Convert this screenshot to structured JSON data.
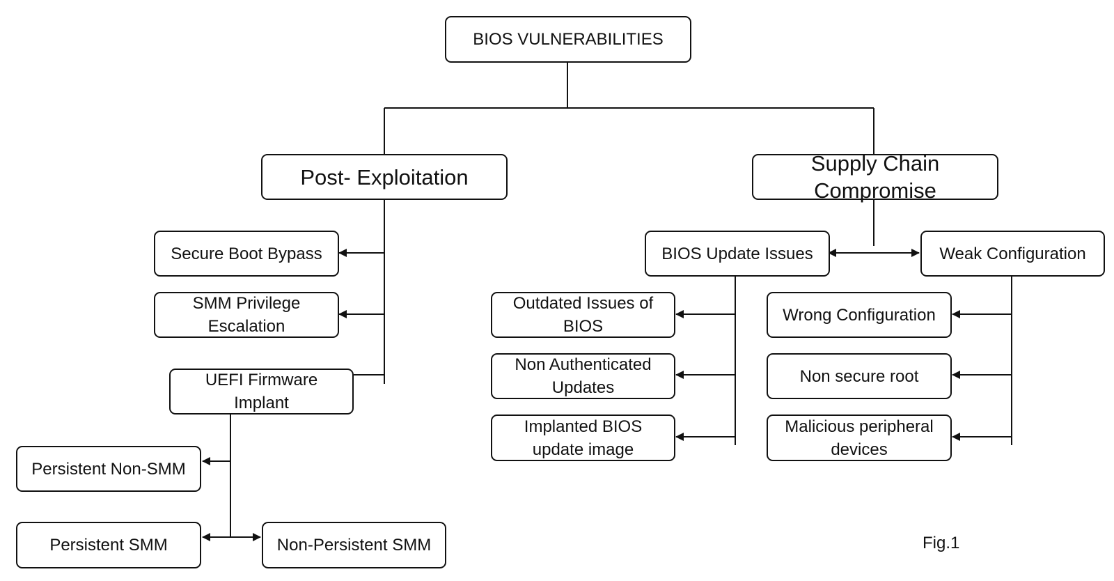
{
  "nodes": {
    "root": "BIOS VULNERABILITIES",
    "post_exploitation": "Post- Exploitation",
    "supply_chain": "Supply Chain Compromise",
    "secure_boot_bypass": "Secure Boot Bypass",
    "smm_privilege_escalation": "SMM Privilege Escalation",
    "uefi_firmware_implant": "UEFI Firmware Implant",
    "persistent_non_smm": "Persistent Non-SMM",
    "persistent_smm": "Persistent SMM",
    "non_persistent_smm": "Non-Persistent SMM",
    "bios_update_issues": "BIOS Update Issues",
    "weak_configuration": "Weak Configuration",
    "outdated_issues": "Outdated Issues of BIOS",
    "non_authenticated_updates": "Non Authenticated Updates",
    "implanted_bios_update_image": "Implanted BIOS update image",
    "wrong_configuration": "Wrong Configuration",
    "non_secure_root": "Non secure root",
    "malicious_peripheral_devices": "Malicious peripheral devices"
  },
  "figure_caption": "Fig.1"
}
